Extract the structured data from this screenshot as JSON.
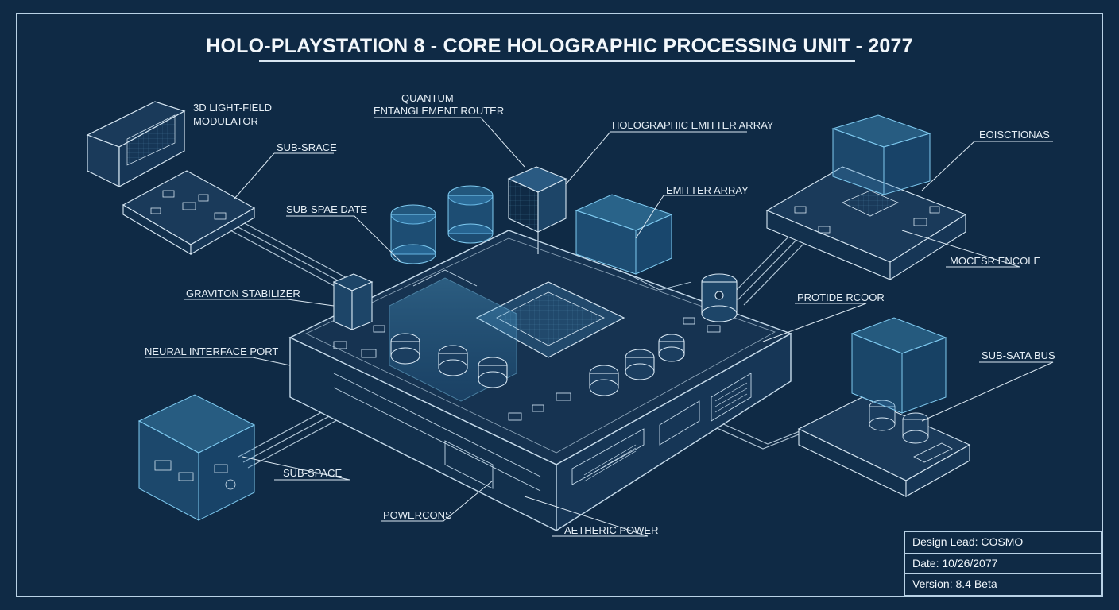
{
  "title": "HOLO-PLAYSTATION 8 - CORE HOLOGRAPHIC PROCESSING UNIT - 2077",
  "labels": {
    "light_field_line1": "3D LIGHT-FIELD",
    "light_field_line2": "MODULATOR",
    "sub_srace": "SUB-SRACE",
    "quantum_line1": "QUANTUM",
    "quantum_line2": "ENTANGLEMENT ROUTER",
    "holographic_emitter_array": "HOLOGRAPHIC EMITTER ARRAY",
    "emitter_array": "EMITTER ARRAY",
    "sub_spae_date": "SUB-SPAE DATE",
    "eoisctionas": "EOISCTIONAS",
    "mocesr_encole": "MOCESR ENCOLE",
    "graviton_stabilizer": "GRAVITON STABILIZER",
    "protide_rcoor": "PROTIDE RCOOR",
    "neural_interface_port": "NEURAL INTERFACE PORT",
    "sub_sata_bus": "SUB-SATA BUS",
    "sub_space": "SUB-SPACE",
    "powercons": "POWERCONS",
    "aetheric_power": "AETHERIC POWER"
  },
  "title_block": {
    "design_lead": "Design Lead: COSMO",
    "date": "Date: 10/26/2077",
    "version": "Version: 8.4 Beta"
  },
  "colors": {
    "background": "#0f2a45",
    "line": "#b9d2e6",
    "glow": "#4fb3e8"
  }
}
